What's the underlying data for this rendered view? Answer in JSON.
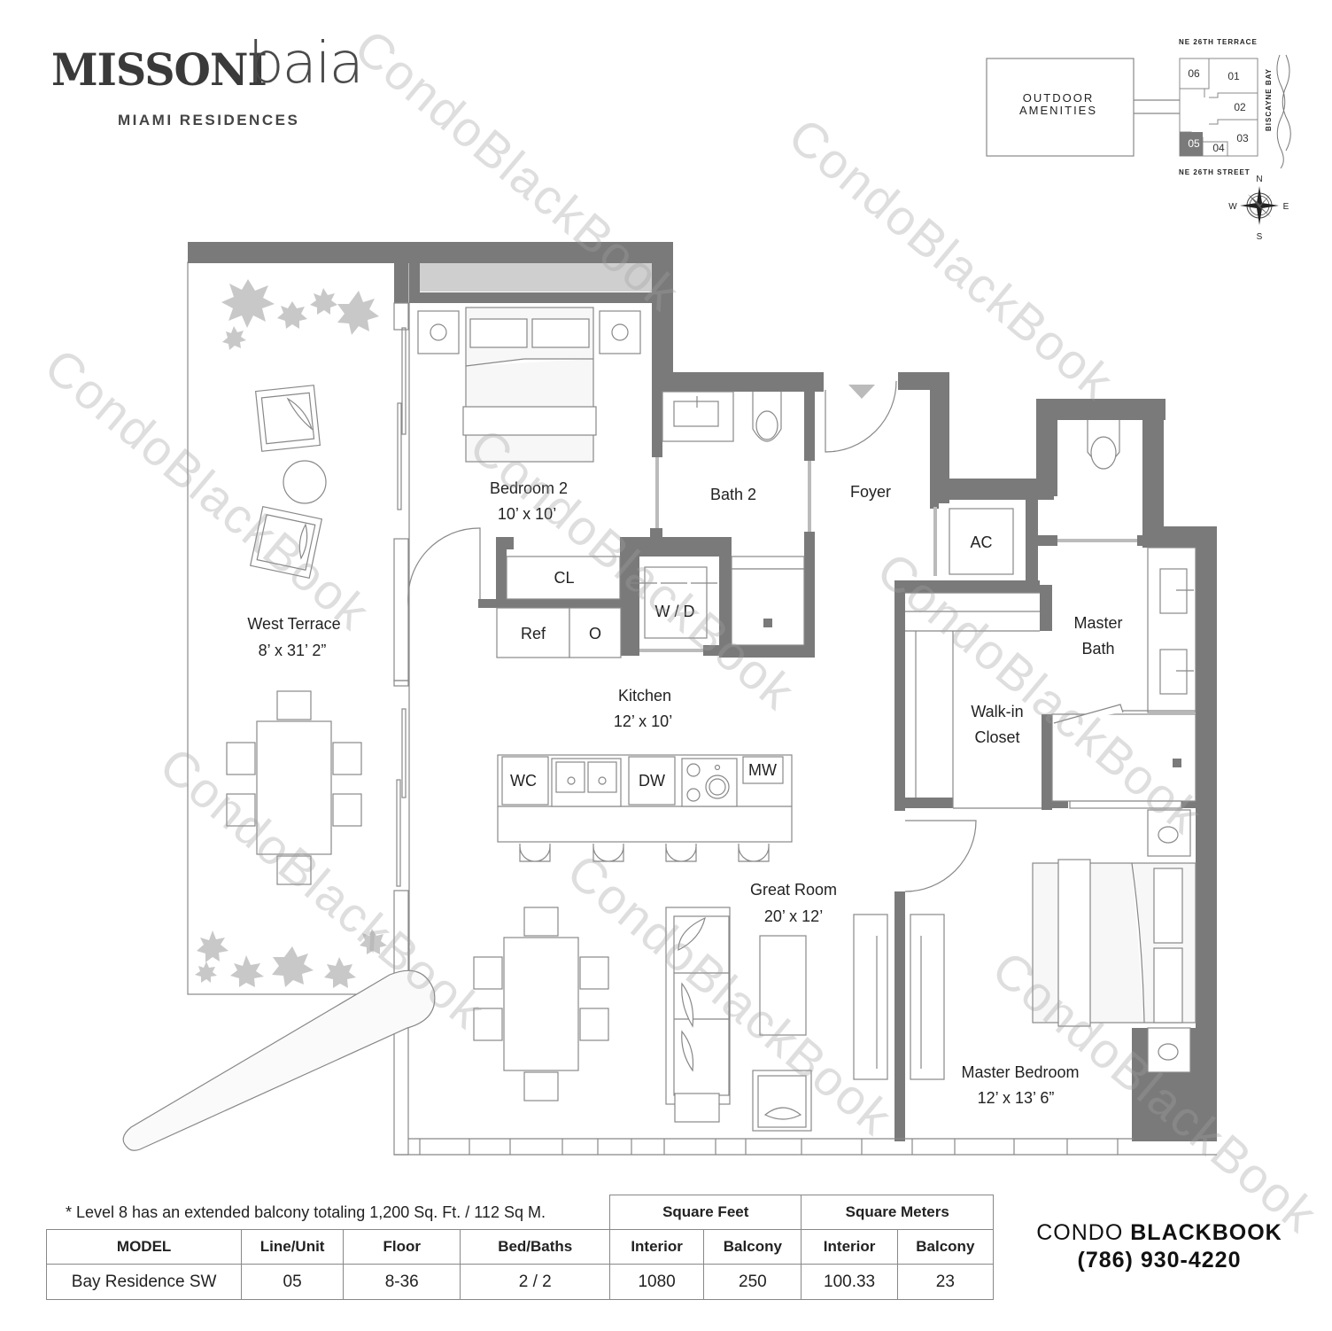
{
  "logo": {
    "brand_bold": "MISSONI",
    "brand_light": "baia",
    "subtitle": "MIAMI RESIDENCES"
  },
  "key_plan": {
    "amenities_label_line1": "OUTDOOR",
    "amenities_label_line2": "AMENITIES",
    "street_north": "NE 26TH TERRACE",
    "street_south": "NE 26TH STREET",
    "water_east": "BISCAYNE BAY",
    "units": [
      "06",
      "01",
      "02",
      "03",
      "04",
      "05"
    ],
    "highlighted_unit": "05",
    "highlight_color": "#7a7a7a",
    "compass": {
      "n": "N",
      "s": "S",
      "e": "E",
      "w": "W"
    }
  },
  "rooms": {
    "bedroom2": {
      "name": "Bedroom 2",
      "dims": "10’ x 10’"
    },
    "bath2": {
      "name": "Bath 2"
    },
    "foyer": {
      "name": "Foyer"
    },
    "ac": {
      "name": "AC"
    },
    "master_bath": {
      "name_line1": "Master",
      "name_line2": "Bath"
    },
    "walk_in_closet": {
      "name_line1": "Walk-in",
      "name_line2": "Closet"
    },
    "closet": {
      "name": "CL"
    },
    "ref": {
      "name": "Ref"
    },
    "oven": {
      "name": "O"
    },
    "washer_dryer": {
      "name": "W / D"
    },
    "kitchen": {
      "name": "Kitchen",
      "dims": "12’ x 10’"
    },
    "wine_cooler": {
      "name": "WC"
    },
    "dishwasher": {
      "name": "DW"
    },
    "microwave": {
      "name": "MW"
    },
    "west_terrace": {
      "name": "West Terrace",
      "dims": "8’ x 31’ 2”"
    },
    "great_room": {
      "name": "Great Room",
      "dims": "20’ x 12’"
    },
    "master_bedroom": {
      "name": "Master Bedroom",
      "dims": "12’ x 13’ 6”"
    }
  },
  "colors": {
    "wall": "#7a7a7a",
    "line": "#888888",
    "planter": "#c8c8c8"
  },
  "footnote": "* Level 8 has an extended balcony totaling 1,200 Sq. Ft. / 112 Sq M.",
  "table": {
    "group_headers": {
      "square_feet": "Square Feet",
      "square_meters": "Square Meters"
    },
    "headers": {
      "model": "MODEL",
      "line_unit": "Line/Unit",
      "floor": "Floor",
      "bed_baths": "Bed/Baths",
      "sf_interior": "Interior",
      "sf_balcony": "Balcony",
      "sm_interior": "Interior",
      "sm_balcony": "Balcony"
    },
    "row": {
      "model": "Bay Residence SW",
      "line_unit": "05",
      "floor": "8-36",
      "bed_baths": "2 / 2",
      "sf_interior": "1080",
      "sf_balcony": "250",
      "sm_interior": "100.33",
      "sm_balcony": "23"
    }
  },
  "contact": {
    "brand_light": "CONDO",
    "brand_bold": "BLACKBOOK",
    "phone": "(786) 930-4220"
  },
  "watermark": "CondoBlackBook"
}
